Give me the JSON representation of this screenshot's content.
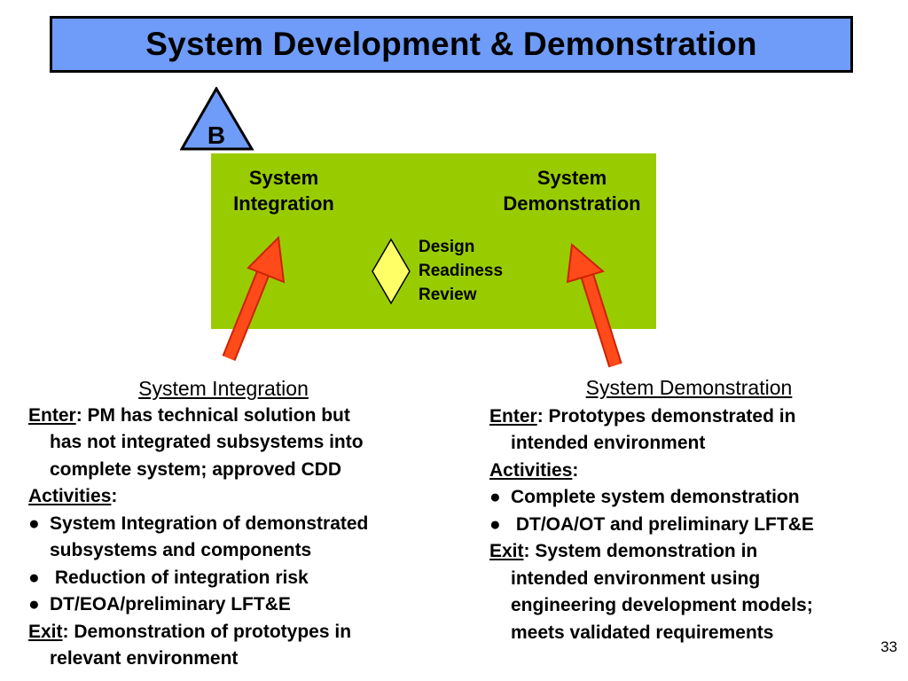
{
  "title": "System Development & Demonstration",
  "milestone": "B",
  "phase_box": {
    "left_label": [
      "System",
      "Integration"
    ],
    "right_label": [
      "System",
      "Demonstration"
    ],
    "review_label": [
      "Design",
      "Readiness",
      "Review"
    ]
  },
  "left_column": {
    "heading": "System Integration",
    "enter_label": "Enter",
    "enter_text": ":  PM has technical solution but",
    "enter_cont": [
      "has not integrated subsystems into",
      "complete system; approved CDD"
    ],
    "activities_label": "Activities",
    "activities_colon": ":",
    "bullet": "●",
    "activity_1": "System Integration of demonstrated",
    "activity_1_cont": "subsystems and components",
    "activity_2": " Reduction of integration risk",
    "activity_3": "DT/EOA/preliminary LFT&E",
    "exit_label": "Exit",
    "exit_text": ":  Demonstration of prototypes in",
    "exit_cont": "relevant environment"
  },
  "right_column": {
    "heading": "System Demonstration",
    "enter_label": "Enter",
    "enter_text": ": Prototypes demonstrated in",
    "enter_cont": "intended environment",
    "activities_label": "Activities",
    "activities_colon": ":",
    "bullet": "●",
    "activity_1": "Complete system demonstration",
    "activity_2": " DT/OA/OT and preliminary LFT&E",
    "exit_label": "Exit",
    "exit_text": ":  System demonstration in",
    "exit_cont": [
      "intended environment using",
      "engineering development models;",
      "meets validated requirements"
    ]
  },
  "page_number": "33",
  "colors": {
    "title_bg": "#6f9cf8",
    "phase_bg": "#99cc00",
    "diamond": "#ffff66",
    "arrow": "#ff4a1a"
  }
}
